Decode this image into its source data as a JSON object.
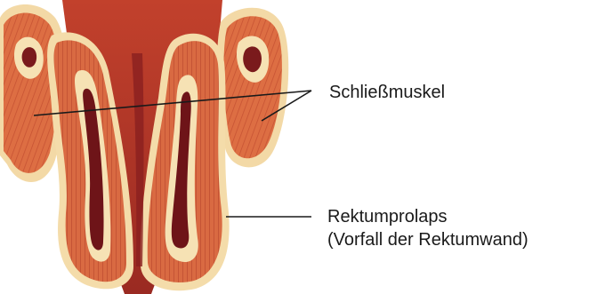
{
  "labels": {
    "sphincter": "Schließmuskel",
    "prolapse_line1": "Rektumprolaps",
    "prolapse_line2": "(Vorfall der Rektumwand)"
  },
  "colors": {
    "background": "#ffffff",
    "muscle": "#d9673f",
    "muscle_dark": "#b8432a",
    "muscle_light": "#ef9a6a",
    "mucosa": "#f6e2b4",
    "lumen": "#6e1418",
    "leader_line": "#1a1a1a",
    "text": "#1a1a1a"
  }
}
